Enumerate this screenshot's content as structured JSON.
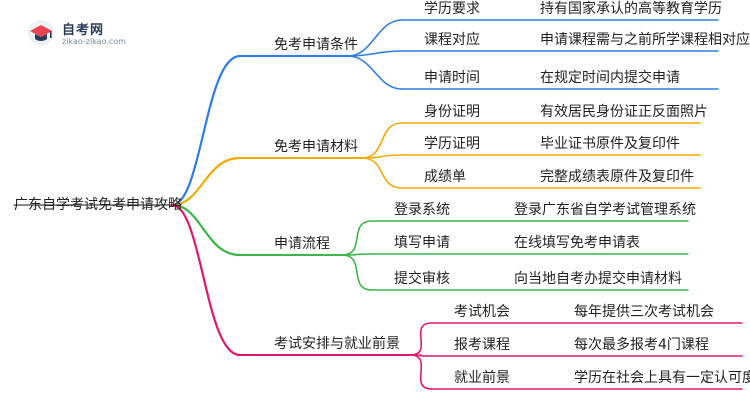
{
  "logo": {
    "title": "自考网",
    "subtitle": "zikao-zikao.com",
    "icon": "graduation-cap-icon",
    "icon_color": "#e8434e"
  },
  "root": "广东自学考试免考申请攻略",
  "branches": [
    {
      "label": "免考申请条件",
      "color": "#2f7de1",
      "children": [
        {
          "label": "学历要求",
          "leaf": "持有国家承认的高等教育学历"
        },
        {
          "label": "课程对应",
          "leaf": "申请课程需与之前所学课程相对应"
        },
        {
          "label": "申请时间",
          "leaf": "在规定时间内提交申请"
        }
      ]
    },
    {
      "label": "免考申请材料",
      "color": "#f2a900",
      "children": [
        {
          "label": "身份证明",
          "leaf": "有效居民身份证正反面照片"
        },
        {
          "label": "学历证明",
          "leaf": "毕业证书原件及复印件"
        },
        {
          "label": "成绩单",
          "leaf": "完整成绩表原件及复印件"
        }
      ]
    },
    {
      "label": "申请流程",
      "color": "#3cb54a",
      "children": [
        {
          "label": "登录系统",
          "leaf": "登录广东省自学考试管理系统"
        },
        {
          "label": "填写申请",
          "leaf": "在线填写免考申请表"
        },
        {
          "label": "提交审核",
          "leaf": "向当地自考办提交申请材料"
        }
      ]
    },
    {
      "label": "考试安排与就业前景",
      "color": "#e0186c",
      "children": [
        {
          "label": "考试机会",
          "leaf": "每年提供三次考试机会"
        },
        {
          "label": "报考课程",
          "leaf": "每次最多报考4门课程"
        },
        {
          "label": "就业前景",
          "leaf": "学历在社会上具有一定认可度"
        }
      ]
    }
  ]
}
